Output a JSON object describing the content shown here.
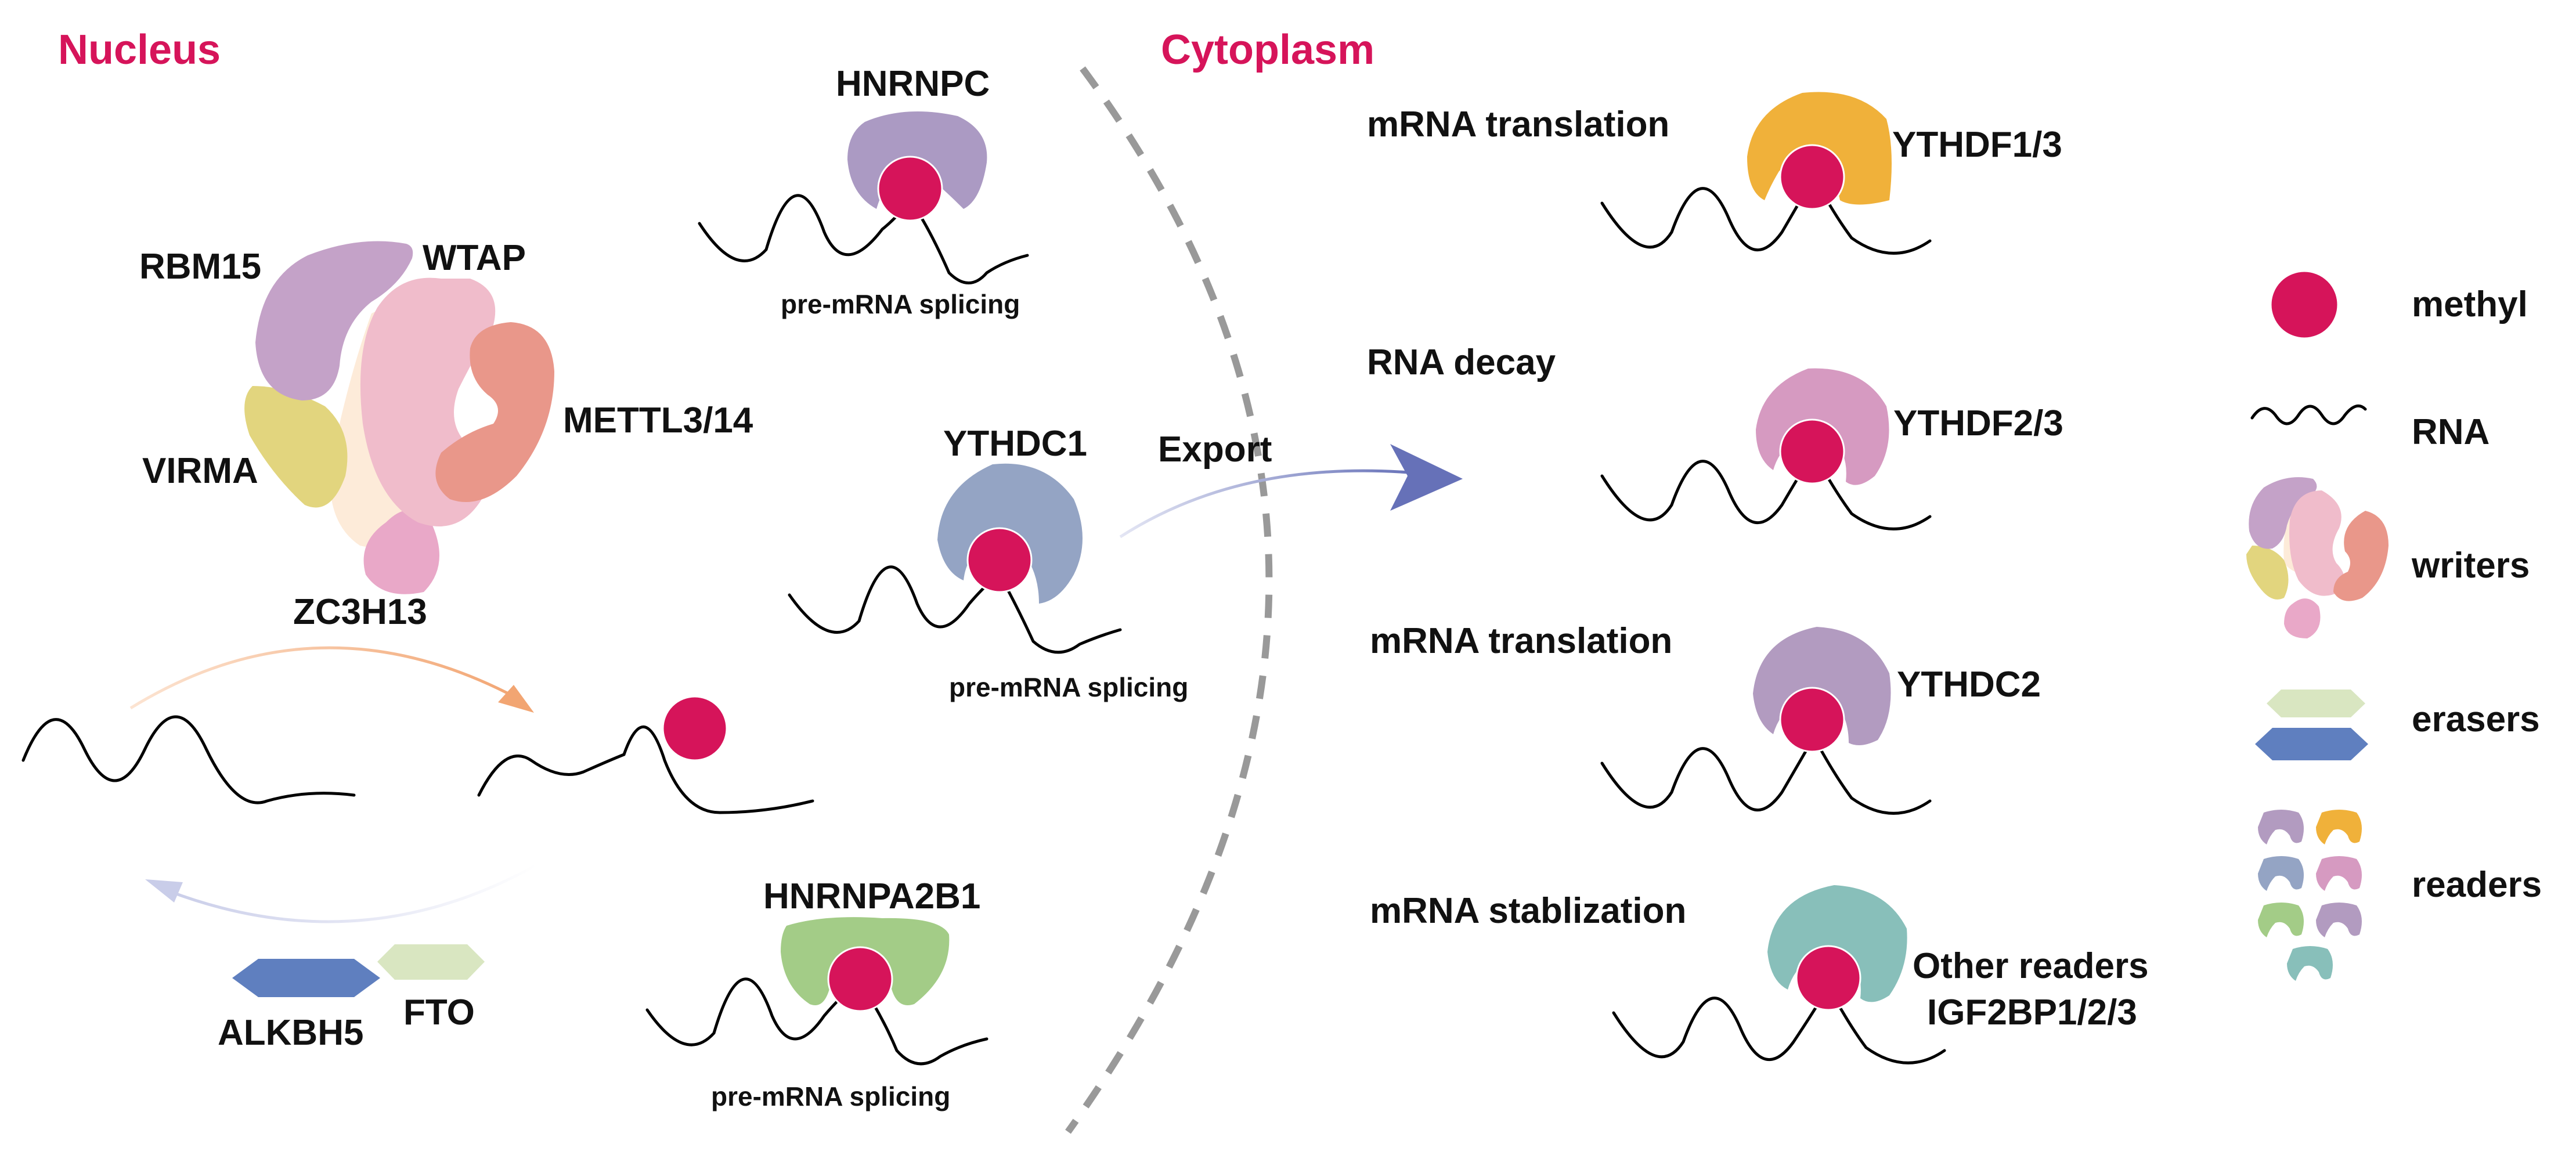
{
  "regions": {
    "nucleus": "Nucleus",
    "cytoplasm": "Cytoplasm"
  },
  "writers": {
    "rbm15": "RBM15",
    "wtap": "WTAP",
    "virma": "VIRMA",
    "mettl": "METTL3/14",
    "zc3h13": "ZC3H13"
  },
  "erasers": {
    "alkbh5": "ALKBH5",
    "fto": "FTO"
  },
  "nuclear_readers": [
    {
      "name": "HNRNPC",
      "caption": "pre-mRNA splicing",
      "color": "#ab9ac3"
    },
    {
      "name": "YTHDC1",
      "caption": "pre-mRNA splicing",
      "color": "#94a4c4"
    },
    {
      "name": "HNRNPA2B1",
      "caption": "pre-mRNA splicing",
      "color": "#a3cc87"
    }
  ],
  "export_label": "Export",
  "cytoplasmic_readers": [
    {
      "function": "mRNA translation",
      "name": "YTHDF1/3",
      "color": "#f0b13a"
    },
    {
      "function": "RNA decay",
      "name": "YTHDF2/3",
      "color": "#d69ac1"
    },
    {
      "function": "mRNA translation",
      "name": "YTHDC2",
      "color": "#b29bc0"
    },
    {
      "function": "mRNA stablization",
      "name": "Other readers",
      "name2": "IGF2BP1/2/3",
      "color": "#88bfba"
    }
  ],
  "legend": {
    "methyl": "methyl",
    "rna": "RNA",
    "writers": "writers",
    "erasers": "erasers",
    "readers": "readers"
  },
  "colors": {
    "methyl": "#d6145a",
    "region_title": "#d6145a",
    "rbm15": "#c4a2c8",
    "wtap": "#f0bccb",
    "virma": "#e2d57e",
    "mettl": "#e9978a",
    "zc3h13": "#e9a8c8",
    "cream": "#fdebd9",
    "alkbh5": "#5f7fbf",
    "fto": "#d9e6c1",
    "add_arrow": "#f2a572",
    "remove_arrow": "#c9cde9",
    "export_arrow": "#6671b8",
    "divider": "#999999"
  }
}
